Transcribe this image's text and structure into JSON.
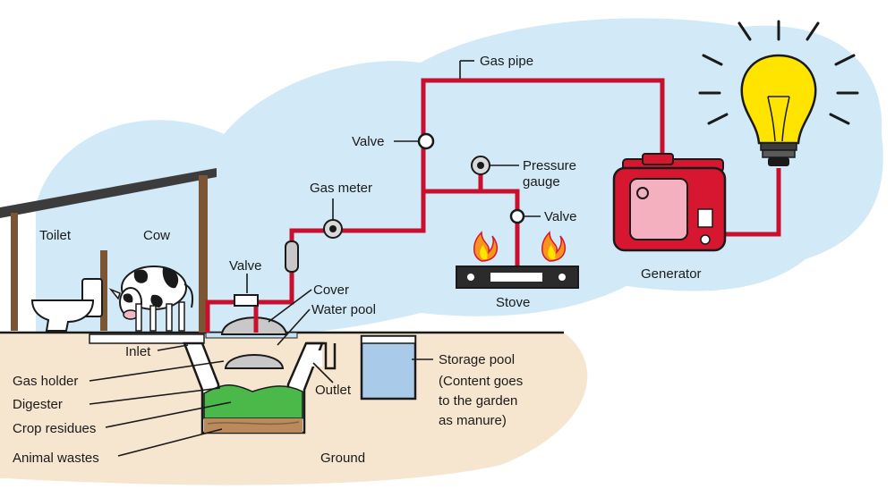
{
  "labels": {
    "gas_pipe": "Gas pipe",
    "valve_top": "Valve",
    "pressure_gauge_line1": "Pressure",
    "pressure_gauge_line2": "gauge",
    "valve_stove": "Valve",
    "gas_meter": "Gas meter",
    "valve_left": "Valve",
    "stove": "Stove",
    "generator": "Generator",
    "toilet": "Toilet",
    "cow": "Cow",
    "cover": "Cover",
    "water_pool": "Water pool",
    "inlet": "Inlet",
    "outlet": "Outlet",
    "gas_holder": "Gas holder",
    "digester": "Digester",
    "crop_residues": "Crop residues",
    "animal_wastes": "Animal wastes",
    "ground": "Ground",
    "storage_pool_1": "Storage pool",
    "storage_pool_2": "(Content goes",
    "storage_pool_3": "to the garden",
    "storage_pool_4": "as manure)"
  },
  "colors": {
    "sky": "#d2e9f7",
    "ground": "#f7e6cf",
    "pipe": "#c8102e",
    "generator": "#d7172f",
    "bulb": "#ffe400",
    "slurry": "#4bb84a",
    "sediment": "#b98a5c",
    "storage_water": "#a9cbe9",
    "shed_wood": "#7a5634"
  },
  "icons": [
    "shed",
    "toilet-icon",
    "cow-icon",
    "stove-icon",
    "flame-icon",
    "generator-icon",
    "light-bulb-icon",
    "valve-icon",
    "pressure-gauge-icon",
    "gas-meter-icon"
  ]
}
